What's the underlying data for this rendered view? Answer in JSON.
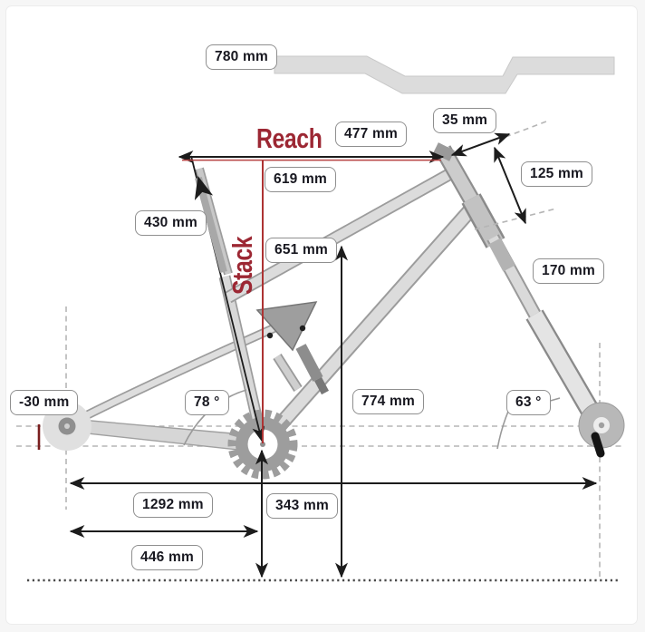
{
  "diagram": {
    "axis_titles": {
      "reach": "Reach",
      "stack": "Stack"
    },
    "labels": {
      "handlebar_width": "780 mm",
      "reach_value": "477 mm",
      "stem_length": "35 mm",
      "top_tube_effective": "619 mm",
      "head_tube_length": "125 mm",
      "seat_tube_length": "430 mm",
      "stack_value": "651 mm",
      "fork_travel": "170 mm",
      "bb_drop": "-30 mm",
      "seat_tube_angle": "78 °",
      "standover_height": "774 mm",
      "head_tube_angle": "63 °",
      "wheelbase": "1292 mm",
      "bb_height": "343 mm",
      "chainstay_length": "446 mm"
    },
    "colors": {
      "accent_red": "#9c2733",
      "stack_line_red": "#ad3333",
      "bb_drop_red": "#7a1f1f",
      "label_text": "#181820",
      "label_border": "#8f8f8f",
      "arrow_black": "#1c1c1c",
      "frame_gray": "#d9d9d9",
      "dashed_gray": "#b5b5b5"
    }
  }
}
